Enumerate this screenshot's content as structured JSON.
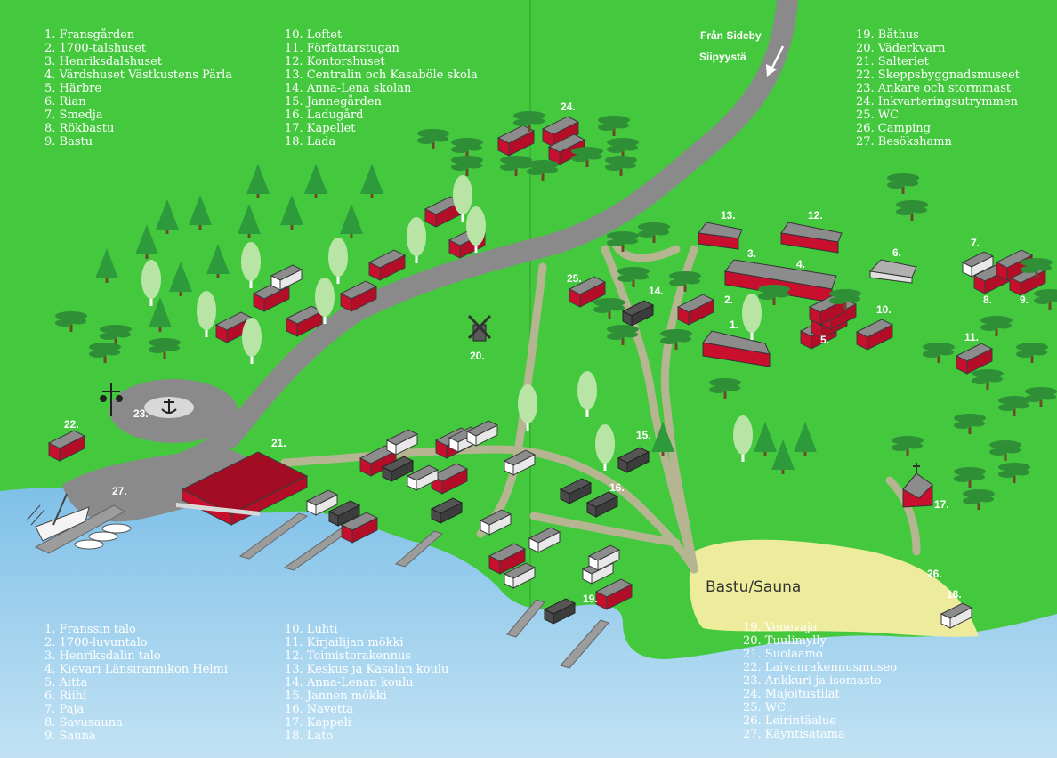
{
  "road": {
    "from_label_sv": "Från Sideby",
    "from_label_fi": "Siipyystä"
  },
  "place_label": "Bastu/Sauna",
  "legend_sv": {
    "col1": [
      "1. Fransgården",
      "2. 1700-talshuset",
      "3. Henriksdalshuset",
      "4. Värdshuset Västkustens Pärla",
      "5. Härbre",
      "6. Rian",
      "7. Smedja",
      "8. Rökbastu",
      "9. Bastu"
    ],
    "col2": [
      "10. Loftet",
      "11. Författarstugan",
      "12. Kontorshuset",
      "13. Centralin och Kasaböle skola",
      "14. Anna-Lena skolan",
      "15. Jannegården",
      "16. Ladugård",
      "17. Kapellet",
      "18. Lada"
    ],
    "col3": [
      "19. Båthus",
      "20. Väderkvarn",
      "21. Salteriet",
      "22. Skeppsbyggnadsmuseet",
      "23. Ankare och stormmast",
      "24. Inkvarteringsutrymmen",
      "25. WC",
      "26. Camping",
      "27. Besökshamn"
    ]
  },
  "legend_fi": {
    "col1": [
      "1. Franssin talo",
      "2. 1700-luvuntalo",
      "3. Henriksdalin talo",
      "4. Kievari Länsirannikon Helmi",
      "5. Aitta",
      "6. Riihi",
      "7. Paja",
      "8. Savusauna",
      "9. Sauna"
    ],
    "col2": [
      "10. Luhti",
      "11. Kirjailijan mökki",
      "12. Toimistorakennus",
      "13. Keskus ja Kasalan koulu",
      "14. Anna-Lenan koulu",
      "15. Jannen mökki",
      "16. Navetta",
      "17. Kappeli",
      "18. Lato"
    ],
    "col3": [
      "19. Venevaja",
      "20. Tuulimylly",
      "21. Suolaamo",
      "22. Laivanrakennusmuseo",
      "23. Ankkuri ja isomasto",
      "24. Majoitustilat",
      "25. WC",
      "26. Leirintäalue",
      "27. Käyntisatama"
    ]
  },
  "markers": [
    "1.",
    "2.",
    "3.",
    "4.",
    "5.",
    "6.",
    "7.",
    "8.",
    "9.",
    "10.",
    "11.",
    "12.",
    "13.",
    "14.",
    "15.",
    "16.",
    "17.",
    "18.",
    "19.",
    "20.",
    "21.",
    "22.",
    "23.",
    "24.",
    "25.",
    "26.",
    "27."
  ],
  "colors": {
    "grass": "#44c93e",
    "water": "#a6d4ee",
    "road": "#8a8a8a",
    "paths": "#b5b592",
    "sand": "#ecec9c",
    "building_red": "#c8102e",
    "roof_grey": "#8c8c8c",
    "tree_dark": "#2f9a3a",
    "tree_light": "#b8e5a6",
    "text": "#ffffff"
  }
}
